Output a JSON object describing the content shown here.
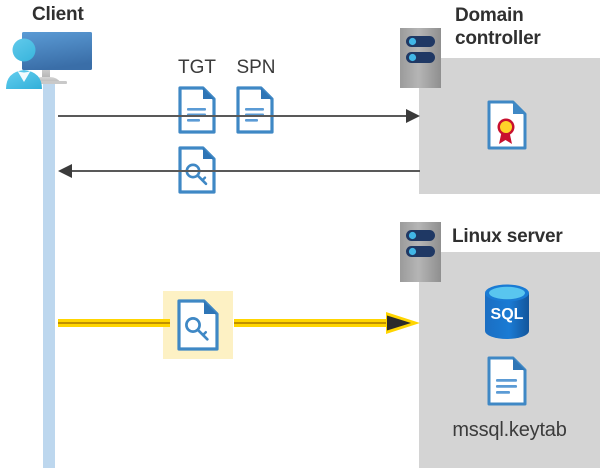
{
  "diagram": {
    "title_client": "Client",
    "title_domain_controller_line1": "Domain",
    "title_domain_controller_line2": "controller",
    "title_linux_server": "Linux server",
    "label_tgt": "TGT",
    "label_spn": "SPN",
    "label_keytab": "mssql.keytab"
  },
  "colors": {
    "panel_gray": "#d4d4d4",
    "lifeline_blue": "#bdd7ee",
    "highlight_yellow": "#fdf1c4",
    "arrow_gray": "#595959",
    "arrow_yellow": "#ffd500",
    "arrow_yellow_dark": "#bf9000",
    "doc_blue": "#3f88c5",
    "doc_fold_blue": "#2e75b6",
    "sql_blue": "#1d6fbd",
    "seal_gold": "#ffd429",
    "seal_red": "#c8102e",
    "text_dark": "#303030"
  },
  "icons": {
    "client": "client-user-monitor-icon",
    "tgt_doc": "document-icon",
    "spn_doc": "document-icon",
    "ticket_key_doc": "document-key-icon",
    "service_ticket_doc": "document-key-icon",
    "server_dc": "server-icon",
    "server_linux": "server-icon",
    "certificate": "certificate-icon",
    "sql_database": "sql-database-icon",
    "keytab_doc": "document-icon"
  },
  "arrows": [
    {
      "name": "client-to-dc-request",
      "direction": "right",
      "style": "solid-gray"
    },
    {
      "name": "dc-to-client-response",
      "direction": "left",
      "style": "solid-gray"
    },
    {
      "name": "client-to-linux-service-ticket",
      "direction": "right",
      "style": "highlight-yellow"
    }
  ]
}
